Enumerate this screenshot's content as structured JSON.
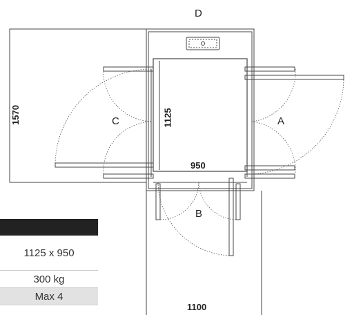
{
  "labels": {
    "a": "A",
    "b": "B",
    "c": "C",
    "d": "D"
  },
  "dimensions": {
    "depth_total": "1570",
    "car_depth": "1125",
    "car_width": "950",
    "shaft_width": "1100"
  },
  "spec_table": {
    "rows": [
      "1125 x 950",
      "300 kg",
      "Max 4"
    ]
  },
  "colors": {
    "line": "#444444",
    "header": "#222222",
    "alt_row": "#e2e2e2"
  }
}
